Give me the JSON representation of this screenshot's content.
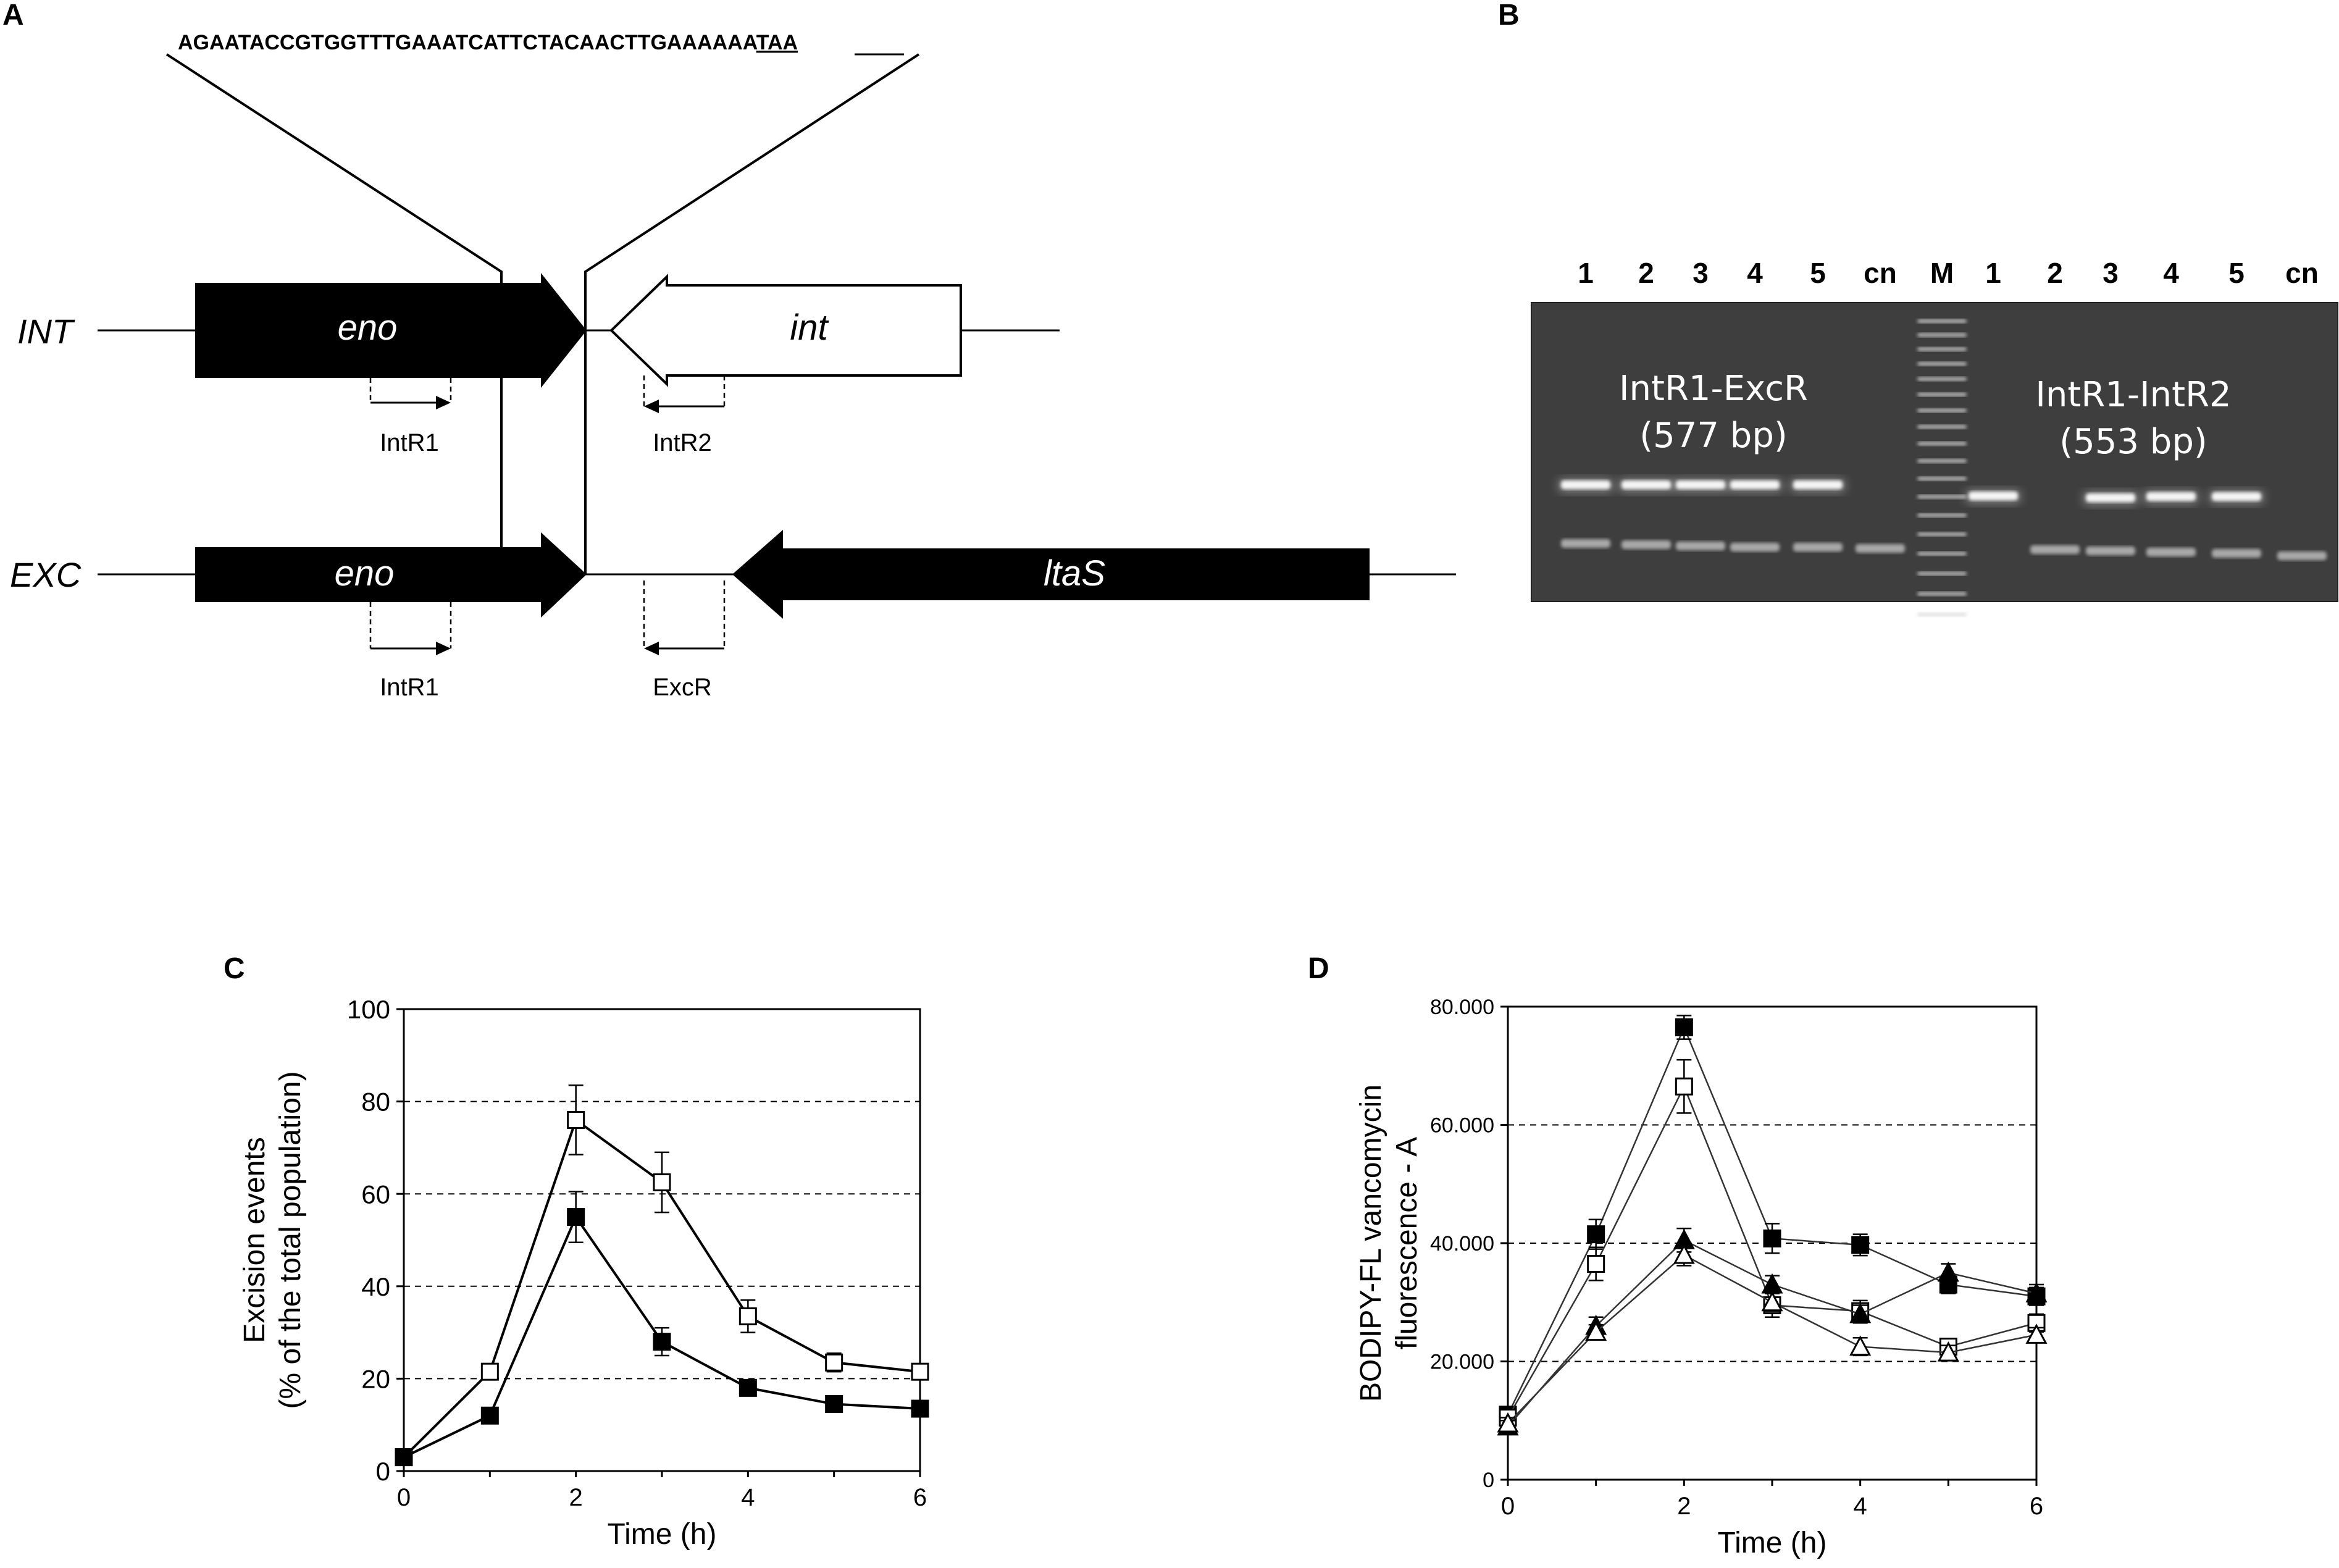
{
  "panels": {
    "a": {
      "letter": "A",
      "sequence": "AGAATACCGTGGTTTGAAATCATTCTACAACTTGAAAAAA",
      "sequence_underlined": "TAA",
      "int_label": "INT",
      "exc_label": "EXC",
      "genes": {
        "eno_int": "eno",
        "int": "int",
        "eno_exc": "eno",
        "ltas": "ltaS"
      },
      "primers": {
        "intr1_a": "IntR1",
        "intr2": "IntR2",
        "intr1_b": "IntR1",
        "excr": "ExcR"
      }
    },
    "b": {
      "letter": "B",
      "lanes": [
        "1",
        "2",
        "3",
        "4",
        "5",
        "cn",
        "M",
        "1",
        "2",
        "3",
        "4",
        "5",
        "cn"
      ],
      "left_product": [
        "IntR1-ExcR",
        "(577 bp)"
      ],
      "right_product": [
        "IntR1-IntR2",
        "(553 bp)"
      ]
    },
    "c": {
      "letter": "C"
    },
    "d": {
      "letter": "D"
    }
  },
  "chart_data": [
    {
      "type": "line",
      "panel": "C",
      "xlabel": "Time (h)",
      "ylabel": [
        "Excision events",
        "(% of the total population)"
      ],
      "xlim": [
        0,
        6
      ],
      "ylim": [
        0,
        100
      ],
      "xticks": [
        "0",
        "2",
        "4",
        "6"
      ],
      "yticks": [
        "0",
        "20",
        "40",
        "60",
        "80",
        "100"
      ],
      "grid": "horizontal dashed",
      "series": [
        {
          "marker": "open-square",
          "x": [
            0,
            1,
            2,
            3,
            4,
            5,
            6
          ],
          "y": [
            3,
            21.5,
            76,
            62.5,
            33.5,
            23.5,
            21.5
          ],
          "err": [
            0,
            1.5,
            7.5,
            6.5,
            3.5,
            2,
            1.5
          ]
        },
        {
          "marker": "filled-square",
          "x": [
            0,
            1,
            2,
            3,
            4,
            5,
            6
          ],
          "y": [
            3,
            12,
            55,
            28,
            18,
            14.5,
            13.5
          ],
          "err": [
            0,
            1,
            5.5,
            3,
            1.5,
            1,
            1
          ]
        }
      ]
    },
    {
      "type": "line",
      "panel": "D",
      "xlabel": "Time (h)",
      "ylabel": [
        "BODIPY-FL vancomycin",
        "fluorescence - A"
      ],
      "xlim": [
        0,
        6
      ],
      "ylim": [
        0,
        80000
      ],
      "xticks": [
        "0",
        "2",
        "4",
        "6"
      ],
      "yticks": [
        "0",
        "20.000",
        "40.000",
        "60.000",
        "80.000"
      ],
      "grid": "horizontal dashed",
      "series": [
        {
          "marker": "filled-square",
          "x": [
            0,
            1,
            2,
            3,
            4,
            5,
            6
          ],
          "y": [
            11000,
            41500,
            76500,
            40800,
            39700,
            33000,
            31000
          ],
          "err": [
            1000,
            2500,
            2000,
            2500,
            1800,
            1500,
            1500
          ]
        },
        {
          "marker": "open-square",
          "x": [
            0,
            1,
            2,
            3,
            4,
            5,
            6
          ],
          "y": [
            10500,
            36500,
            66500,
            29500,
            28500,
            22500,
            26500
          ],
          "err": [
            1000,
            2800,
            4500,
            2000,
            1800,
            1200,
            1500
          ]
        },
        {
          "marker": "filled-triangle",
          "x": [
            0,
            1,
            2,
            3,
            4,
            5,
            6
          ],
          "y": [
            9000,
            26000,
            40500,
            33000,
            28000,
            35000,
            31500
          ],
          "err": [
            1000,
            1500,
            2000,
            1500,
            1500,
            1500,
            1500
          ]
        },
        {
          "marker": "open-triangle",
          "x": [
            0,
            1,
            2,
            3,
            4,
            5,
            6
          ],
          "y": [
            9500,
            25000,
            38000,
            30000,
            22500,
            21500,
            24500
          ],
          "err": [
            1000,
            1200,
            1800,
            1500,
            1500,
            1200,
            1200
          ]
        }
      ]
    }
  ]
}
